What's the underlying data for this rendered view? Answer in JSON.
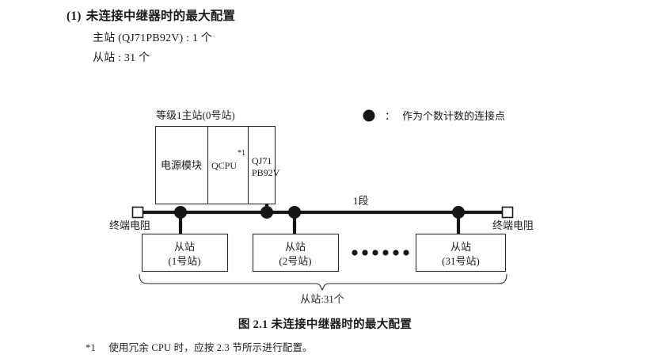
{
  "section": {
    "number": "(1)",
    "title": "未连接中继器时的最大配置",
    "specs": [
      "主站 (QJ71PB92V) : 1 个",
      "从站 : 31 个"
    ]
  },
  "legend": {
    "symbol": "●",
    "separator": "：",
    "text": "作为个数计数的连接点"
  },
  "diagram": {
    "master": {
      "label": "等级1主站(0号站)",
      "cells": [
        {
          "text": "电源模块"
        },
        {
          "text": "QCPU",
          "footnote_mark": "*1"
        },
        {
          "line1": "QJ71",
          "line2": "PB92V"
        }
      ]
    },
    "segment_label": "1段",
    "terminator_left": "终端电阻",
    "terminator_right": "终端电阻",
    "slaves": [
      {
        "line1": "从站",
        "line2": "(1号站)"
      },
      {
        "line1": "从站",
        "line2": "(2号站)"
      },
      {
        "line1": "从站",
        "line2": "(31号站)"
      }
    ],
    "ellipsis_dots": 6,
    "brace_label": "从站:31个"
  },
  "caption": "图 2.1  未连接中继器时的最大配置",
  "footnote": {
    "mark": "*1",
    "text": "使用冗余 CPU 时，应按 2.3 节所示进行配置。"
  },
  "colors": {
    "ink": "#1a1a1a",
    "line": "#2b2b2b",
    "bus": "#161616",
    "paper": "#ffffff"
  }
}
